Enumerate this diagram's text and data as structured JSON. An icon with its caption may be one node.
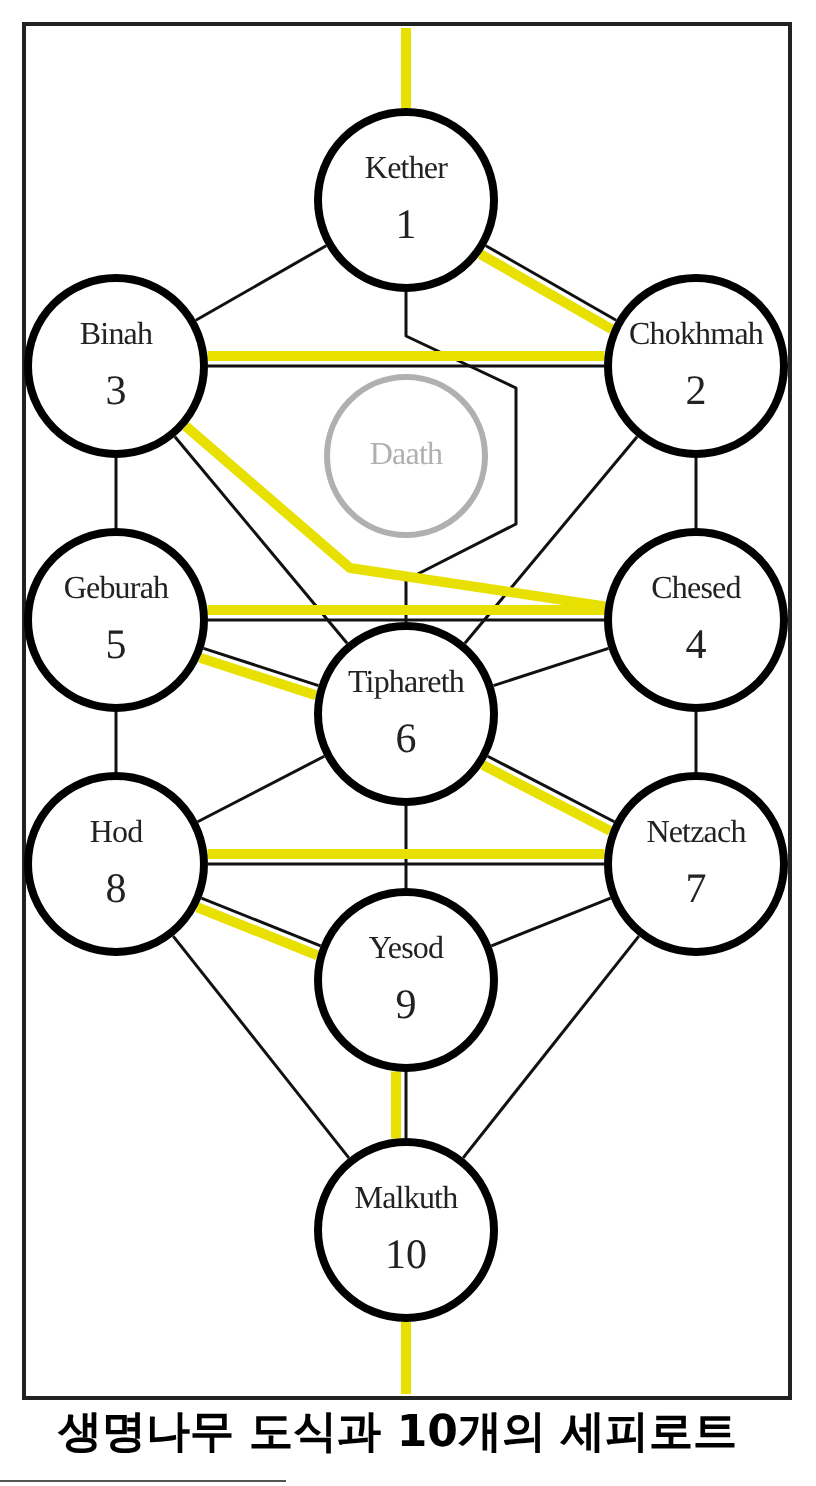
{
  "diagram": {
    "caption": "생명나무 도식과 10개의 세피로트",
    "nodes": [
      {
        "text": [
          "Kether",
          "1"
        ]
      },
      {
        "text": [
          "Chokhmah",
          "2"
        ]
      },
      {
        "text": [
          "Binah",
          "3"
        ]
      },
      {
        "text": [
          "Daath"
        ]
      },
      {
        "text": [
          "Chesed",
          "4"
        ]
      },
      {
        "text": [
          "Geburah",
          "5"
        ]
      },
      {
        "text": [
          "Tiphareth",
          "6"
        ]
      },
      {
        "text": [
          "Netzach",
          "7"
        ]
      },
      {
        "text": [
          "Hod",
          "8"
        ]
      },
      {
        "text": [
          "Yesod",
          "9"
        ]
      },
      {
        "text": [
          "Malkuth",
          "10"
        ]
      }
    ],
    "edges": [
      {
        "from": 0,
        "to": 1,
        "arrow": "none"
      },
      {
        "from": 0,
        "to": 2,
        "arrow": "none"
      },
      {
        "from": 0,
        "to": 6,
        "arrow": "none"
      },
      {
        "from": 1,
        "to": 2,
        "arrow": "none"
      },
      {
        "from": 1,
        "to": 4,
        "arrow": "none"
      },
      {
        "from": 1,
        "to": 6,
        "arrow": "none"
      },
      {
        "from": 2,
        "to": 5,
        "arrow": "none"
      },
      {
        "from": 2,
        "to": 6,
        "arrow": "none"
      },
      {
        "from": 4,
        "to": 5,
        "arrow": "none"
      },
      {
        "from": 4,
        "to": 6,
        "arrow": "none"
      },
      {
        "from": 4,
        "to": 7,
        "arrow": "none"
      },
      {
        "from": 5,
        "to": 6,
        "arrow": "none"
      },
      {
        "from": 5,
        "to": 8,
        "arrow": "none"
      },
      {
        "from": 6,
        "to": 7,
        "arrow": "none"
      },
      {
        "from": 6,
        "to": 8,
        "arrow": "none"
      },
      {
        "from": 6,
        "to": 9,
        "arrow": "none"
      },
      {
        "from": 7,
        "to": 8,
        "arrow": "none"
      },
      {
        "from": 7,
        "to": 9,
        "arrow": "none"
      },
      {
        "from": 7,
        "to": 10,
        "arrow": "none"
      },
      {
        "from": 8,
        "to": 9,
        "arrow": "none"
      },
      {
        "from": 8,
        "to": 10,
        "arrow": "none"
      },
      {
        "from": 9,
        "to": 10,
        "arrow": "none"
      },
      {
        "from": null,
        "to": 0,
        "arrow": "none",
        "style": "thick",
        "color": "#e8e000"
      },
      {
        "from": 0,
        "to": 1,
        "arrow": "none",
        "style": "thick",
        "color": "#e8e000"
      },
      {
        "from": 1,
        "to": 2,
        "arrow": "none",
        "style": "thick",
        "color": "#e8e000"
      },
      {
        "from": 2,
        "to": 4,
        "arrow": "none",
        "style": "thick",
        "color": "#e8e000"
      },
      {
        "from": 4,
        "to": 5,
        "arrow": "none",
        "style": "thick",
        "color": "#e8e000"
      },
      {
        "from": 5,
        "to": 6,
        "arrow": "none",
        "style": "thick",
        "color": "#e8e000"
      },
      {
        "from": 6,
        "to": 7,
        "arrow": "none",
        "style": "thick",
        "color": "#e8e000"
      },
      {
        "from": 7,
        "to": 8,
        "arrow": "none",
        "style": "thick",
        "color": "#e8e000"
      },
      {
        "from": 8,
        "to": 9,
        "arrow": "none",
        "style": "thick",
        "color": "#e8e000"
      },
      {
        "from": 9,
        "to": 10,
        "arrow": "none",
        "style": "thick",
        "color": "#e8e000"
      },
      {
        "from": 10,
        "to": null,
        "arrow": "none",
        "style": "thick",
        "color": "#e8e000"
      }
    ]
  }
}
